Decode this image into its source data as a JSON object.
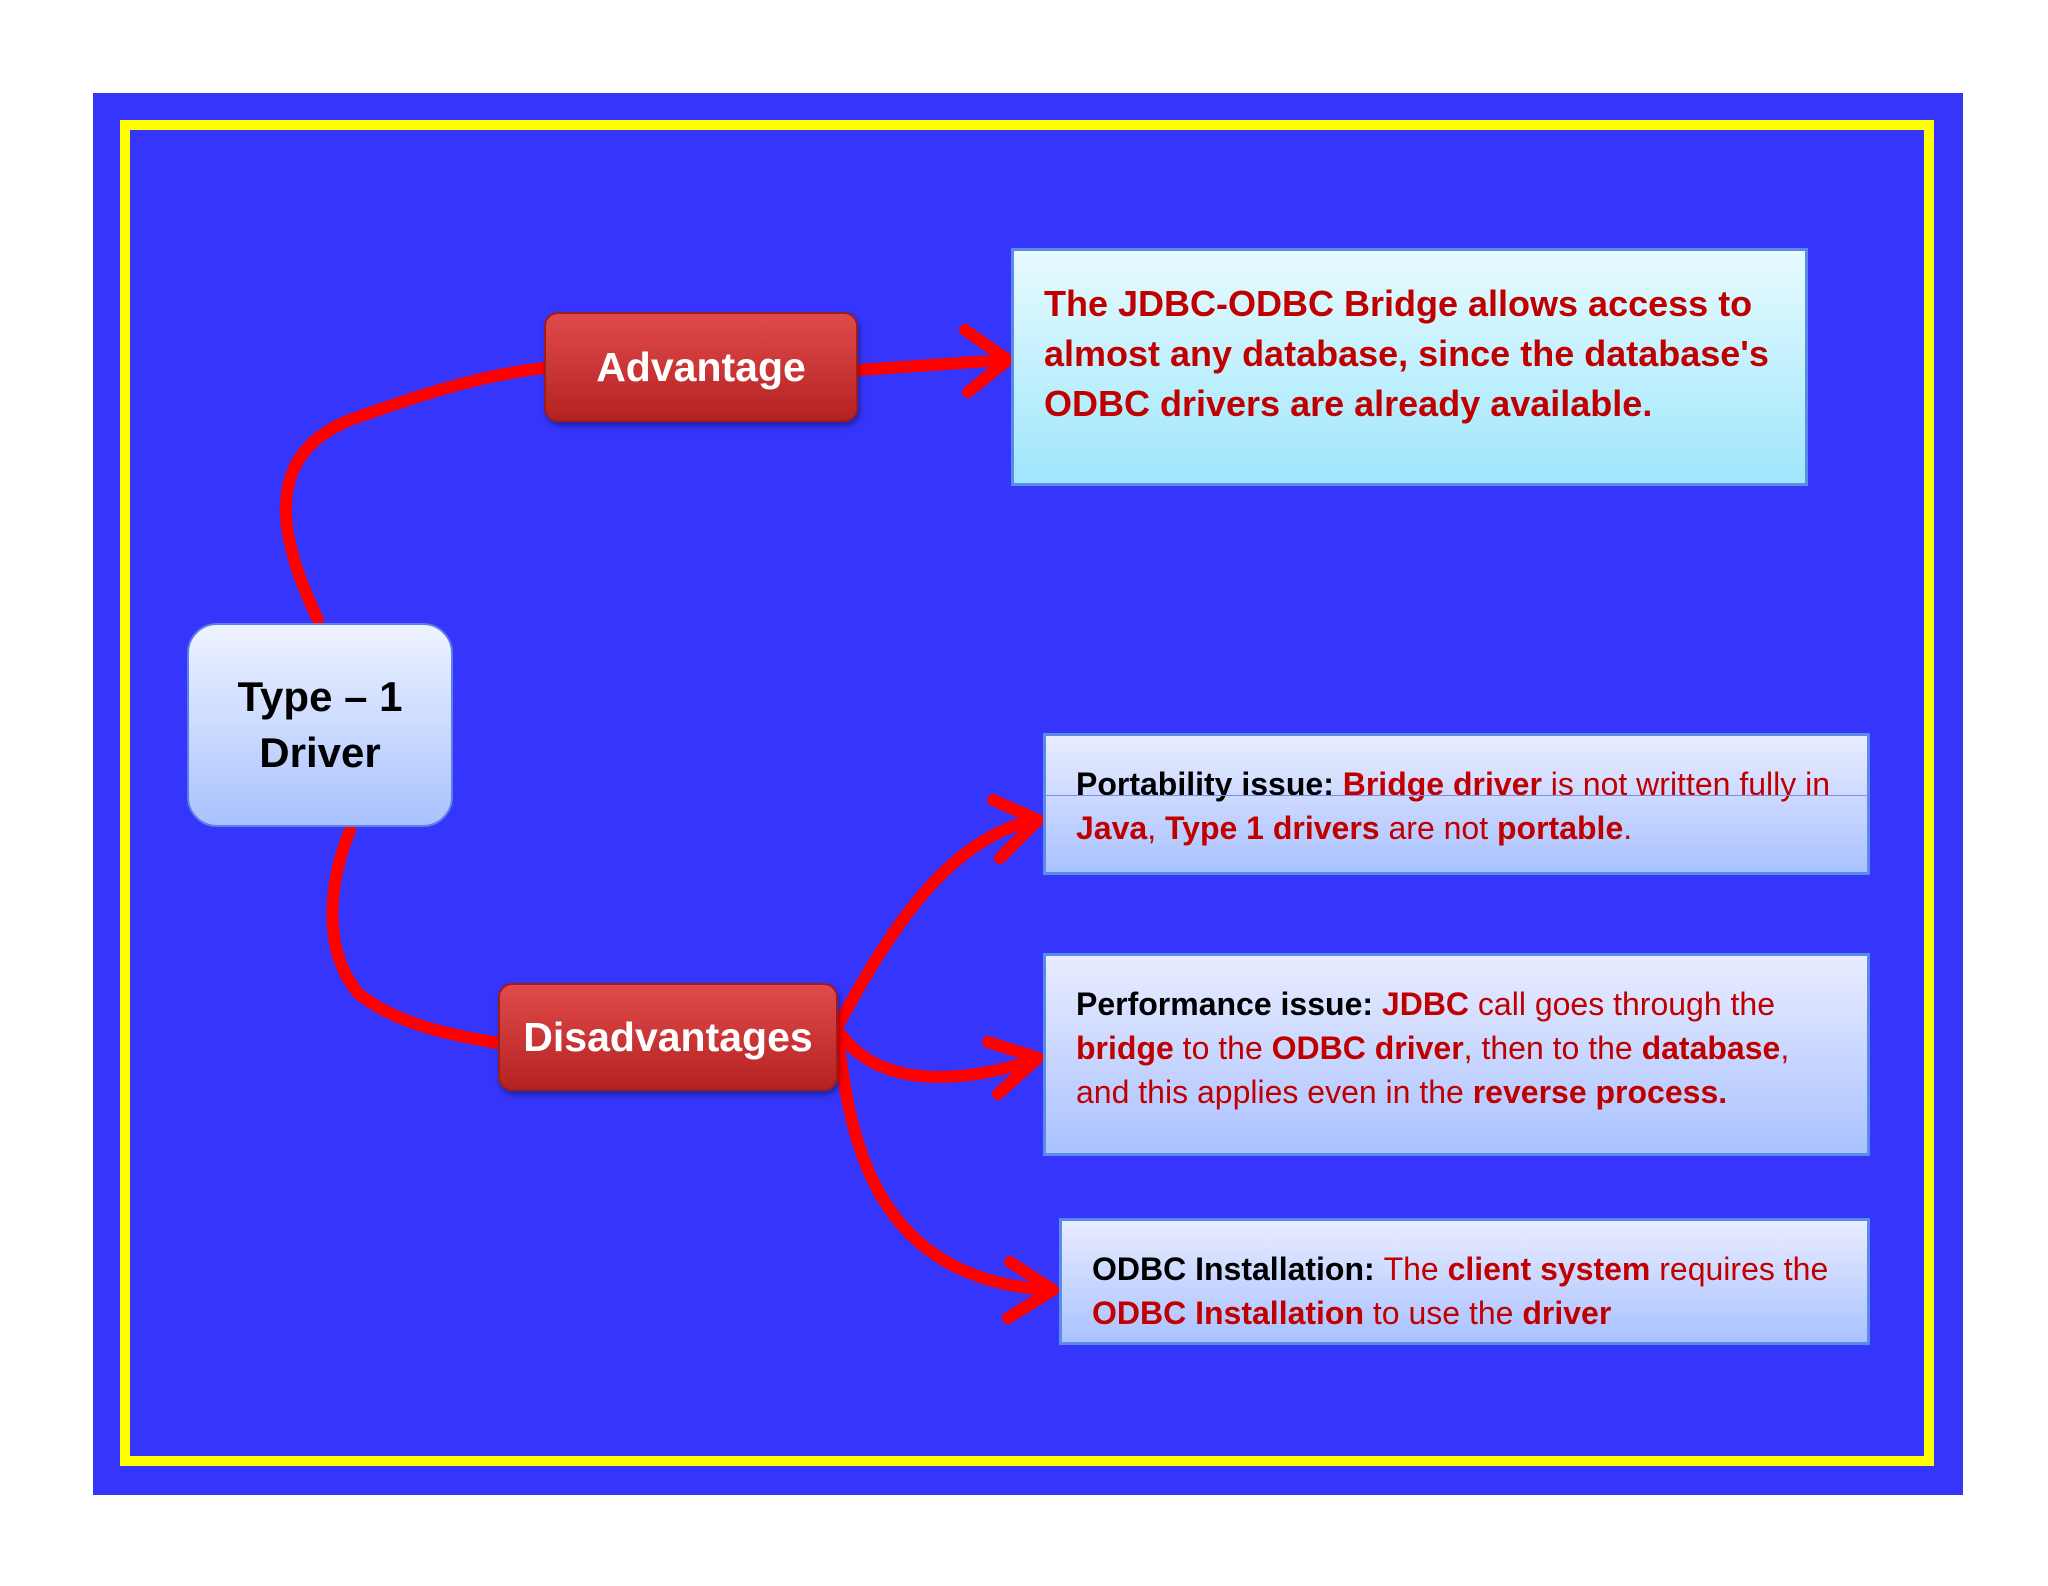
{
  "root": {
    "line1": "Type – 1",
    "line2": "Driver"
  },
  "advantage": {
    "label": "Advantage",
    "text": "The JDBC-ODBC Bridge allows access to almost any database, since the database's ODBC drivers are already available."
  },
  "disadvantages": {
    "label": "Disadvantages",
    "items": [
      {
        "segments": [
          {
            "t": "Portability issue: ",
            "s": "lbl"
          },
          {
            "t": "Bridge driver",
            "s": "redb"
          },
          {
            "t": " is not written fully in ",
            "s": "red"
          },
          {
            "t": "Java",
            "s": "redb"
          },
          {
            "t": ", ",
            "s": "red"
          },
          {
            "t": "Type 1 drivers",
            "s": "redb"
          },
          {
            "t": " are not ",
            "s": "red"
          },
          {
            "t": "portable",
            "s": "redb"
          },
          {
            "t": ".",
            "s": "red"
          }
        ]
      },
      {
        "segments": [
          {
            "t": "Performance issue: ",
            "s": "lbl"
          },
          {
            "t": "JDBC",
            "s": "redb"
          },
          {
            "t": " call goes through the ",
            "s": "red"
          },
          {
            "t": "bridge",
            "s": "redb"
          },
          {
            "t": " to the ",
            "s": "red"
          },
          {
            "t": "ODBC driver",
            "s": "redb"
          },
          {
            "t": ", then to the ",
            "s": "red"
          },
          {
            "t": "database",
            "s": "redb"
          },
          {
            "t": ", and this applies even in the ",
            "s": "red"
          },
          {
            "t": "reverse process.",
            "s": "redb"
          }
        ]
      },
      {
        "segments": [
          {
            "t": "ODBC Installation: ",
            "s": "lbl"
          },
          {
            "t": "The ",
            "s": "red"
          },
          {
            "t": "client system",
            "s": "redb"
          },
          {
            "t": " requires the ",
            "s": "red"
          },
          {
            "t": "ODBC Installation",
            "s": "redb"
          },
          {
            "t": " to use the ",
            "s": "red"
          },
          {
            "t": "driver",
            "s": "redb"
          }
        ]
      }
    ]
  },
  "colors": {
    "background": "#3535fb",
    "border": "#ffff00",
    "connector": "#ff0000",
    "accent_text": "#c00000"
  }
}
